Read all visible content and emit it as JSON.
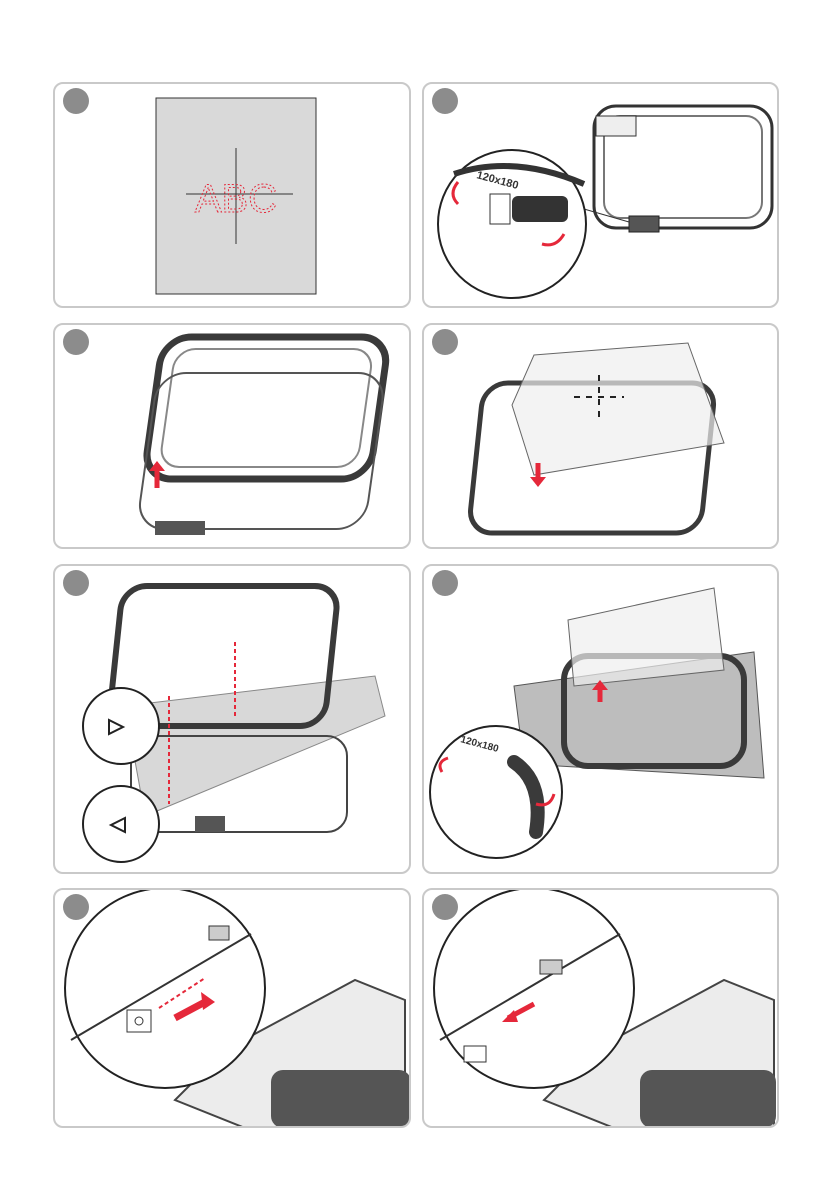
{
  "panels": [
    {
      "id": 1,
      "sample_text": "ABC"
    },
    {
      "id": 2,
      "hoop_size_label": "120x180"
    },
    {
      "id": 3
    },
    {
      "id": 4
    },
    {
      "id": 5
    },
    {
      "id": 6,
      "hoop_size_label": "120x180"
    },
    {
      "id": 7
    },
    {
      "id": 8
    }
  ],
  "colors": {
    "badge": "#8c8c8c",
    "border": "#c9c9c9",
    "arrow_red": "#e5283a",
    "hoop_dark": "#3a3a3a",
    "fabric": "#d8d8d8"
  },
  "icons": [
    "step-badge",
    "red-arrow-icon",
    "triangle-marker-icon",
    "magnifier-circle"
  ]
}
